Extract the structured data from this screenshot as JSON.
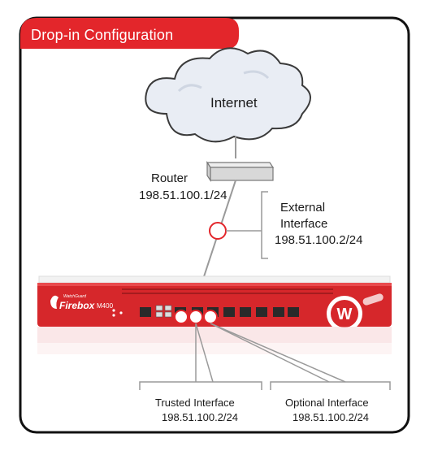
{
  "header": {
    "title": "Drop-in Configuration"
  },
  "internet": {
    "label": "Internet"
  },
  "router": {
    "name": "Router",
    "ip": "198.51.100.1/24"
  },
  "external_interface": {
    "line1": "External",
    "line2": "Interface",
    "ip": "198.51.100.2/24"
  },
  "trusted_interface": {
    "name": "Trusted Interface",
    "ip": "198.51.100.2/24"
  },
  "optional_interface": {
    "name": "Optional Interface",
    "ip": "198.51.100.2/24"
  },
  "appliance": {
    "brand_small": "WatchGuard",
    "brand": "Firebox",
    "model": "M400"
  },
  "colors": {
    "accent_red": "#e3262b",
    "frame": "#111111",
    "line": "#9a9a9a"
  }
}
